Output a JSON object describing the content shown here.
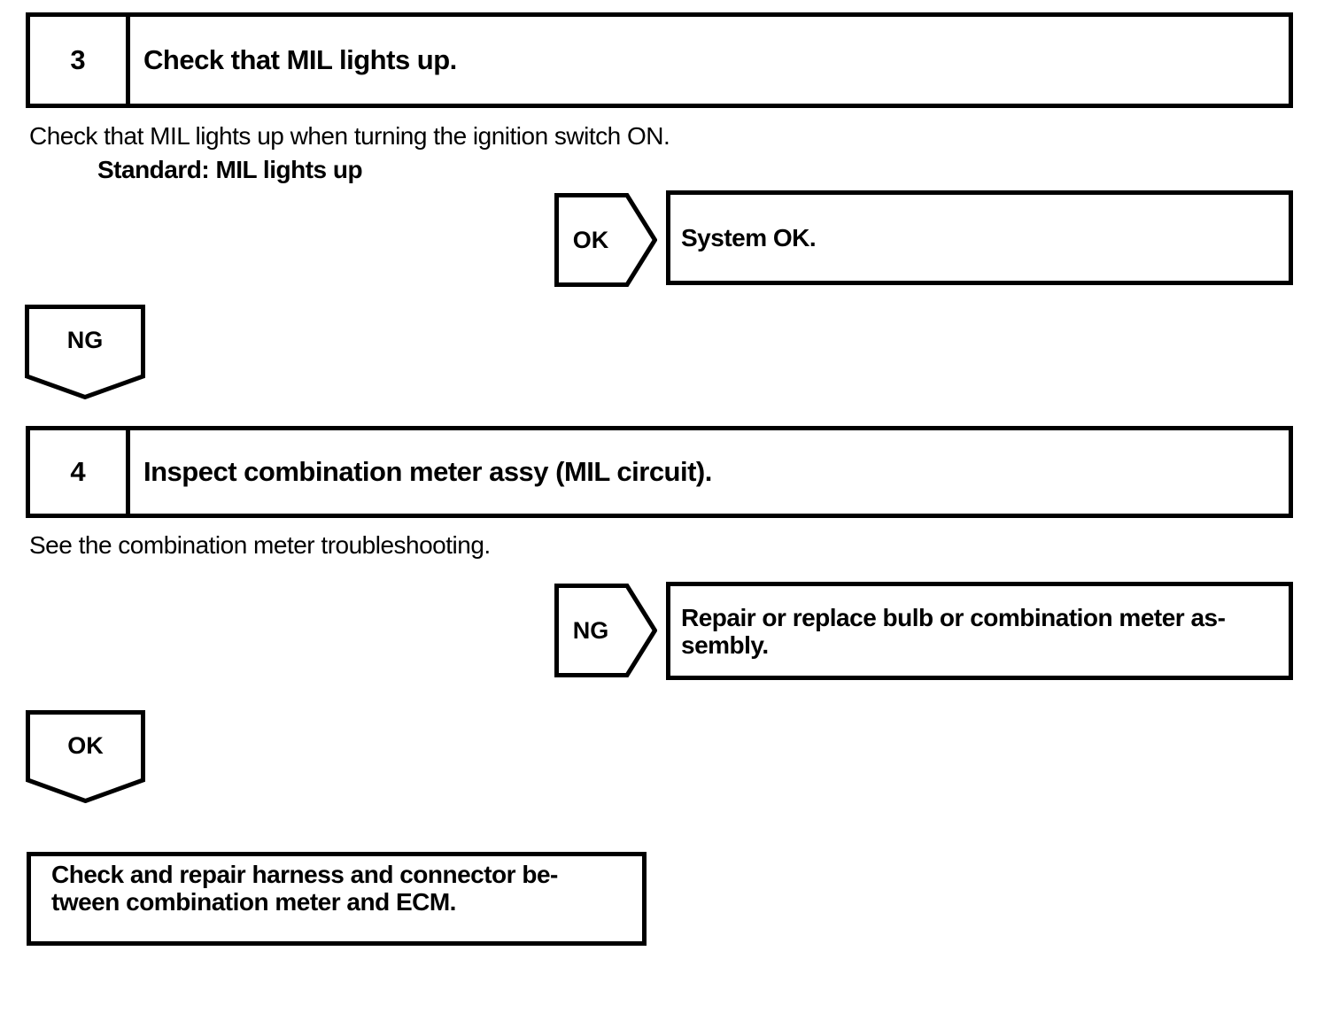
{
  "page": {
    "background": "#ffffff",
    "ink": "#000000"
  },
  "step3": {
    "number": "3",
    "title": "Check that MIL lights up.",
    "body": "Check that MIL lights up when turning the ignition switch ON.",
    "standard": "Standard: MIL lights up"
  },
  "ok_to_system": {
    "arrow_label": "OK",
    "result": "System OK."
  },
  "ng_down_label": "NG",
  "step4": {
    "number": "4",
    "title": "Inspect combination meter assy (MIL circuit).",
    "body": "See the combination meter troubleshooting."
  },
  "ng_to_repair": {
    "arrow_label": "NG",
    "result_lines": [
      "Repair or replace bulb or combination meter as-",
      "sembly."
    ]
  },
  "ok_down_label": "OK",
  "final_action": {
    "lines": [
      "Check and repair harness and connector be-",
      "tween combination meter and ECM."
    ]
  }
}
